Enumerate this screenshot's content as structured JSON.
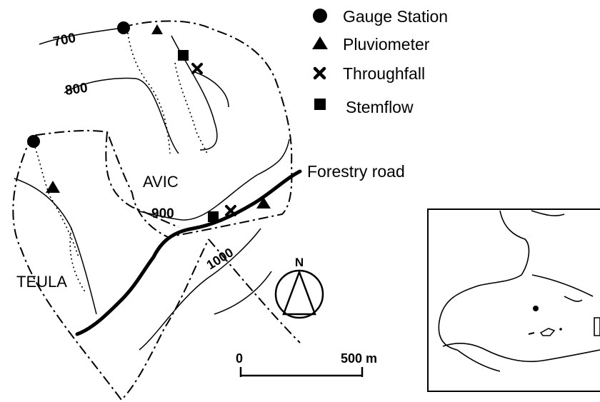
{
  "legend": {
    "gauge_station": "Gauge Station",
    "pluviometer": "Pluviometer",
    "throughfall": "Throughfall",
    "stemflow": "Stemflow"
  },
  "contours": {
    "c700": "700",
    "c800": "800",
    "c900": "900",
    "c1000": "1000"
  },
  "labels": {
    "catchment_avic": "AVIC",
    "catchment_teula": "TEULA",
    "forestry_road": "Forestry road"
  },
  "north_arrow": {
    "label": "N"
  },
  "scale_bar": {
    "start": "0",
    "end": "500 m"
  }
}
